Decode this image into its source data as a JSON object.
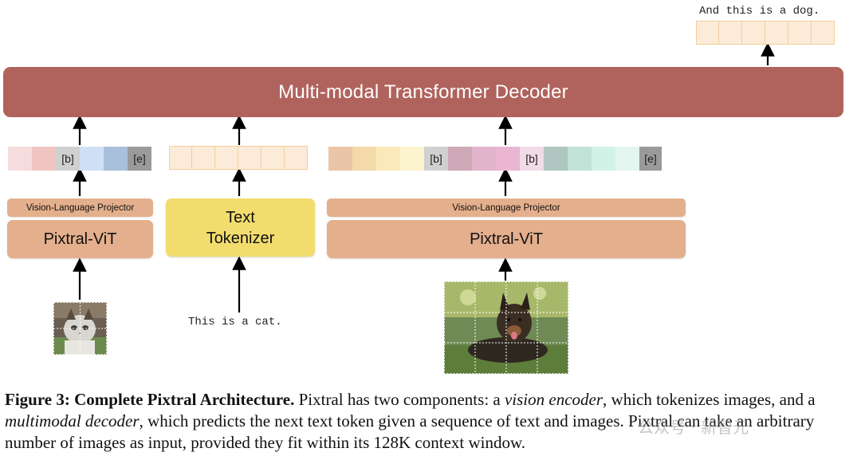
{
  "decoder_label": "Multi-modal Transformer Decoder",
  "output_text": "And this is a dog.",
  "left_branch": {
    "vit_label": "Pixtral-ViT",
    "projector_label": "Vision-Language Projector",
    "tokens": [
      "",
      "",
      "[b]",
      "",
      "",
      "[e]"
    ]
  },
  "text_branch": {
    "tokenizer_line1": "Text",
    "tokenizer_line2": "Tokenizer",
    "input_text": "This is a cat."
  },
  "right_branch": {
    "vit_label": "Pixtral-ViT",
    "projector_label": "Vision-Language Projector",
    "tokens": [
      "",
      "",
      "",
      "",
      "[b]",
      "",
      "",
      "",
      "[b]",
      "",
      "",
      "",
      "",
      "[e]"
    ]
  },
  "caption": {
    "figure_label": "Figure 3:",
    "title": "Complete Pixtral Architecture.",
    "text_1": " Pixtral has two components: a ",
    "term_1": "vision encoder",
    "text_2": ", which tokenizes images, and a ",
    "term_2": "multimodal decoder",
    "text_3": ", which predicts the next text token given a sequence of text and images. Pixtral can take an arbitrary number of images as input, provided they fit within its 128K context window."
  },
  "watermark": "公众号 · 新智元",
  "colors": {
    "decoder": "#b0635d",
    "vit": "#e4af8c",
    "tokenizer": "#f2dc6e"
  }
}
